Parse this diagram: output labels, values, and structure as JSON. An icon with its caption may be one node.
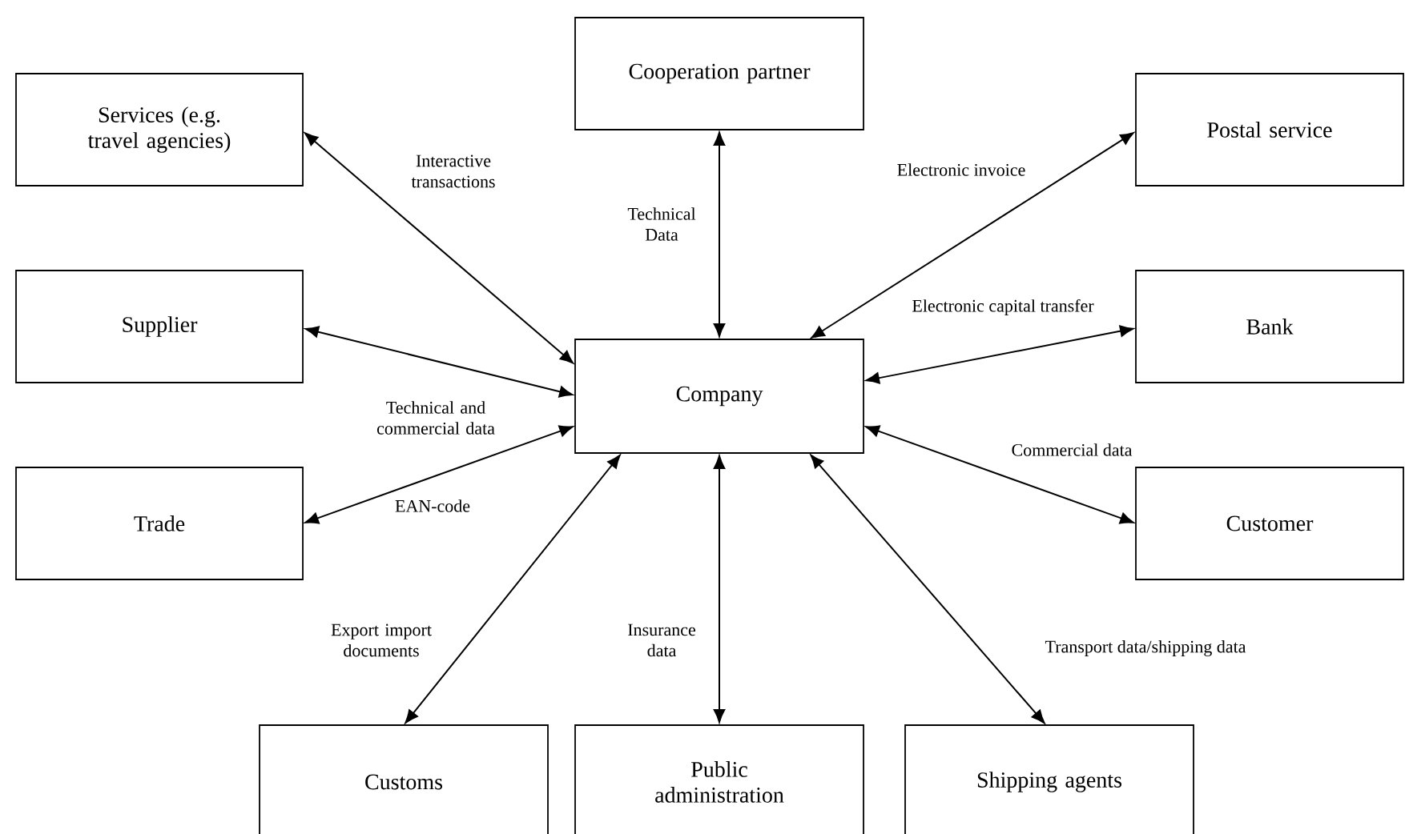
{
  "diagram": {
    "nodes": [
      {
        "text": [
          "Cooperation partner"
        ]
      },
      {
        "text": [
          "Services (e.g. travel agencies)"
        ]
      },
      {
        "text": [
          "Postal service"
        ]
      },
      {
        "text": [
          "Supplier"
        ]
      },
      {
        "text": [
          "Company"
        ]
      },
      {
        "text": [
          "Bank"
        ]
      },
      {
        "text": [
          "Trade"
        ]
      },
      {
        "text": [
          "Customer"
        ]
      },
      {
        "text": [
          "Customs"
        ]
      },
      {
        "text": [
          "Public administration"
        ]
      },
      {
        "text": [
          "Shipping agents"
        ]
      }
    ],
    "edges": [
      {
        "from": 4,
        "to": 1,
        "arrow": "both",
        "label": "Interactive transactions"
      },
      {
        "from": 4,
        "to": 0,
        "arrow": "both",
        "label": "Technical Data"
      },
      {
        "from": 4,
        "to": 2,
        "arrow": "both",
        "label": "Electronic invoice"
      },
      {
        "from": 4,
        "to": 3,
        "arrow": "both",
        "label": "Technical and commercial data"
      },
      {
        "from": 4,
        "to": 5,
        "arrow": "both",
        "label": "Electronic capital transfer"
      },
      {
        "from": 4,
        "to": 7,
        "arrow": "both",
        "label": "Commercial data"
      },
      {
        "from": 4,
        "to": 6,
        "arrow": "both",
        "label": "EAN-code"
      },
      {
        "from": 4,
        "to": 8,
        "arrow": "both",
        "label": "Export import documents"
      },
      {
        "from": 4,
        "to": 9,
        "arrow": "both",
        "label": "Insurance data"
      },
      {
        "from": 4,
        "to": 10,
        "arrow": "both",
        "label": "Transport data/shipping data"
      }
    ]
  }
}
